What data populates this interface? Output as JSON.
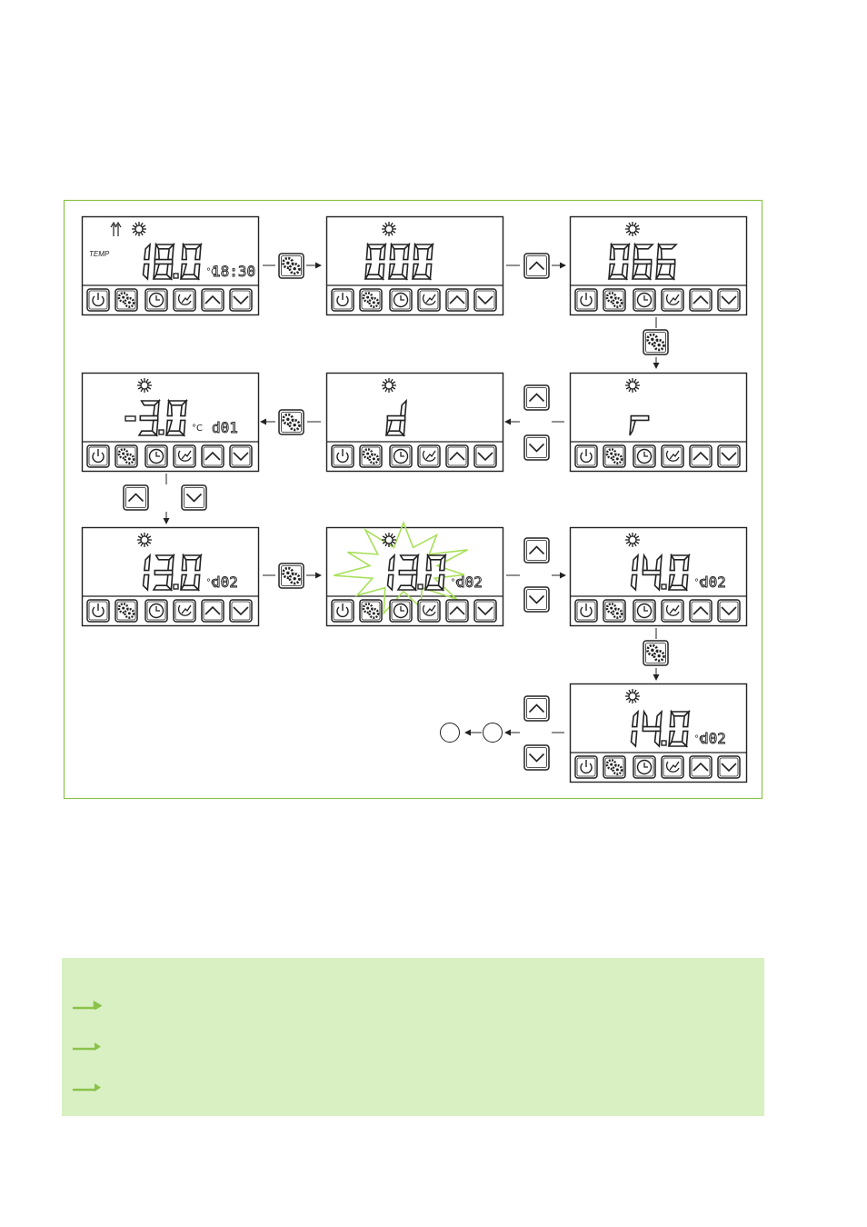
{
  "colors": {
    "frame": "#8bc34a",
    "note_panel": "#d9f0c3",
    "note_arrow": "#8bc34a",
    "burst": "#a8e05a",
    "ink": "#222222"
  },
  "icons": [
    "sun-icon",
    "power-icon",
    "gears-icon",
    "clock-icon",
    "graph-icon",
    "chevron-up-icon",
    "chevron-down-icon",
    "heat-arrows-icon"
  ],
  "screens": [
    {
      "id": "s1",
      "big": "18.0",
      "unit": "°C",
      "small": "18:30",
      "temp_label": "TEMP",
      "heat_icon": true
    },
    {
      "id": "s2",
      "big": "000",
      "unit": "",
      "small": ""
    },
    {
      "id": "s3",
      "big": "066",
      "unit": "",
      "small": ""
    },
    {
      "id": "s4",
      "big": "r",
      "unit": "",
      "small": ""
    },
    {
      "id": "s5",
      "big": "d",
      "unit": "",
      "small": ""
    },
    {
      "id": "s6",
      "big": "-3.0",
      "unit": "°C",
      "small": "d01"
    },
    {
      "id": "s7",
      "big": "13.0",
      "unit": "°C",
      "small": "d02"
    },
    {
      "id": "s8",
      "big": "13.0",
      "unit": "°C",
      "small": "d02",
      "blink": true
    },
    {
      "id": "s9",
      "big": "14.0",
      "unit": "°C",
      "small": "d02"
    },
    {
      "id": "s10",
      "big": "14.0",
      "unit": "°C",
      "small": "d02"
    }
  ],
  "notes": [
    {
      "text": ""
    },
    {
      "text": ""
    },
    {
      "text": ""
    }
  ]
}
